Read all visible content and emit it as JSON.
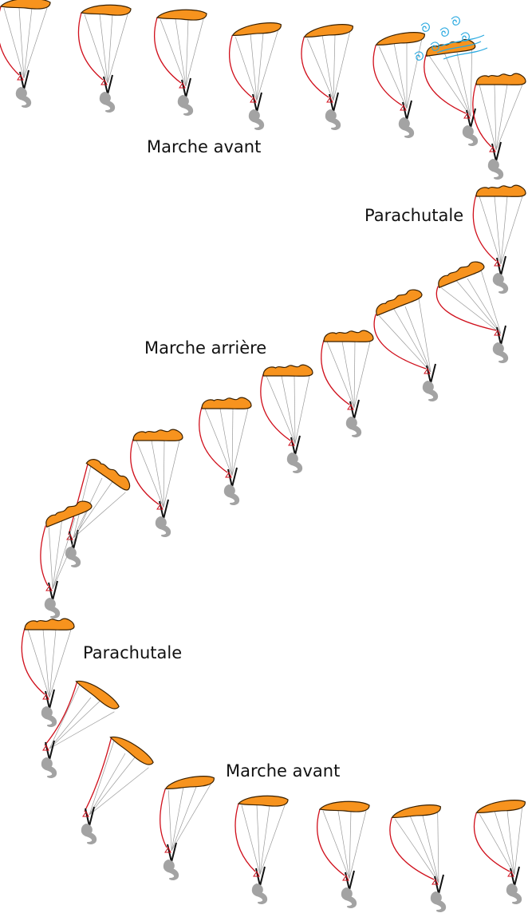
{
  "labels": {
    "forward_top": "Marche avant",
    "parachutal_top": "Parachutale",
    "backward": "Marche arrière",
    "parachutal_bottom": "Parachutale",
    "forward_bottom": "Marche avant"
  },
  "colors": {
    "canopy_fill": "#f7931e",
    "canopy_stroke": "#3a2000",
    "brake_line": "#d0101c",
    "suspension_line": "#9a9a9a",
    "pilot": "#a3a3a3",
    "turbulence": "#29a9e0",
    "text": "#111111"
  }
}
